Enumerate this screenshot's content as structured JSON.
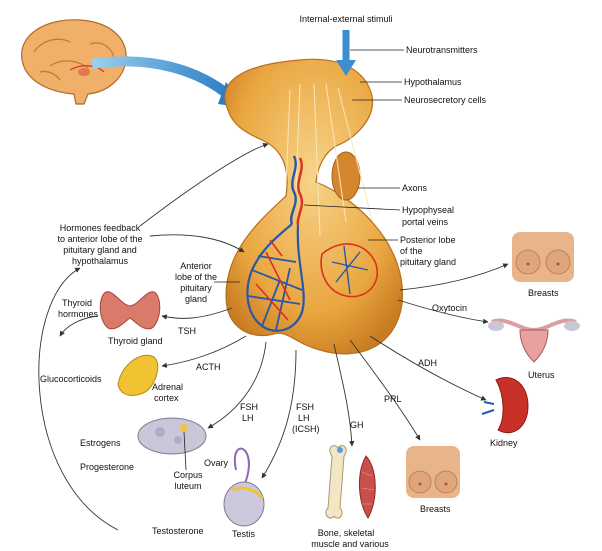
{
  "stimuli": {
    "top": "Internal-external stimuli",
    "neurotransmitters": "Neurotransmitters",
    "hypothalamus": "Hypothalamus",
    "neurosecretory": "Neurosecretory cells",
    "axons": "Axons",
    "portal_1": "Hypophyseal",
    "portal_2": "portal veins",
    "posterior_1": "Posterior lobe",
    "posterior_2": "of the",
    "posterior_3": "pituitary gland",
    "anterior_1": "Anterior",
    "anterior_2": "lobe of the",
    "anterior_3": "pituitary",
    "anterior_4": "gland"
  },
  "feedback": {
    "line1": "Hormones feedback",
    "line2": "to anterior lobe of the",
    "line3": "pituitary gland and",
    "line4": "hypothalamus"
  },
  "hormones": {
    "thyroid_1": "Thyroid",
    "thyroid_2": "hormones",
    "glucocorticoids": "Glucocorticoids",
    "estrogens": "Estrogens",
    "progesterone": "Progesterone",
    "testosterone": "Testosterone",
    "tsh": "TSH",
    "acth": "ACTH",
    "fsh_1": "FSH",
    "lh_1": "LH",
    "fsh_2": "FSH",
    "lh_2": "LH",
    "icsh": "(ICSH)",
    "gh": "GH",
    "prl": "PRL",
    "adh": "ADH",
    "oxytocin": "Oxytocin"
  },
  "targets": {
    "thyroid_gland": "Thyroid gland",
    "adrenal_1": "Adrenal",
    "adrenal_2": "cortex",
    "ovary": "Ovary",
    "corpus_1": "Corpus",
    "corpus_2": "luteum",
    "testis": "Testis",
    "bone_1": "Bone, skeletal",
    "bone_2": "muscle and various",
    "breasts_bottom": "Breasts",
    "breasts_right": "Breasts",
    "uterus": "Uterus",
    "kidney": "Kidney"
  },
  "colors": {
    "gland": "#e9a53f",
    "gland_light": "#f6cf82",
    "artery": "#d8311f",
    "vein": "#2a57a8",
    "stimulus_arrow": "#3b8fd0",
    "skin": "#e8b48a"
  }
}
